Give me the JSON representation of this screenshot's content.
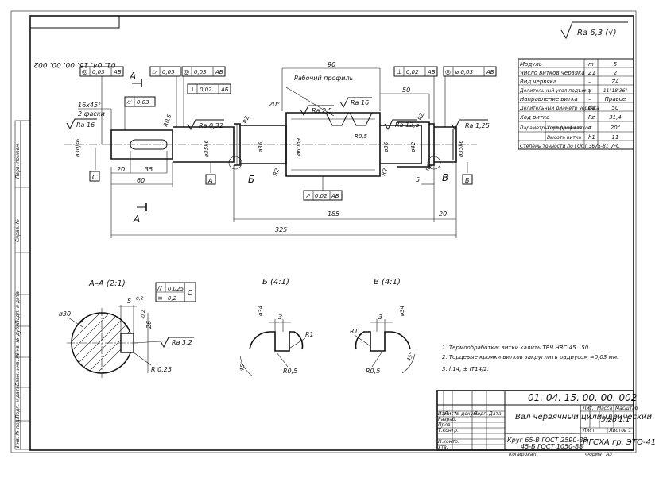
{
  "stamp_code": "01. 04. 15. 00. 00. 002",
  "roughness_general": "Ra 6,3 (√)",
  "params_table": [
    {
      "name": "Модуль",
      "sym": "m",
      "val": "5"
    },
    {
      "name": "Число витков червяка",
      "sym": "Z1",
      "val": "2"
    },
    {
      "name": "Вид червяка",
      "sym": "–",
      "val": "ZA"
    },
    {
      "name": "Делительный угол подъема",
      "sym": "γ",
      "val": "11°18'36\""
    },
    {
      "name": "Направление витка",
      "sym": "–",
      "val": "Правое"
    },
    {
      "name": "Делительный диаметр червяка",
      "sym": "d1",
      "val": "50"
    },
    {
      "name": "Ход витка",
      "sym": "Pz",
      "val": "31,4"
    },
    {
      "name": "Угол профиля",
      "sym": "α",
      "val": "20°"
    },
    {
      "name": "Высота витка",
      "sym": "h1",
      "val": "11"
    },
    {
      "name": "Степень точности по ГОСТ 3675-81",
      "sym": "",
      "val": "7-С"
    }
  ],
  "params_group_label": "Параметры профиля витков",
  "tolerance_frames": {
    "tf1": {
      "sym": "◎",
      "val": "0,03",
      "base": "АБ"
    },
    "tf2": {
      "sym": "⌭",
      "val": "0,05",
      "base": ""
    },
    "tf3": {
      "sym": "◎",
      "val": "0,03",
      "base": "АБ"
    },
    "tf4": {
      "sym": "⌭",
      "val": "0,03",
      "base": ""
    },
    "tf5": {
      "sym": "⊥",
      "val": "0,02",
      "base": "АБ"
    },
    "tf6": {
      "sym": "⊥",
      "val": "0,02",
      "base": "АБ"
    },
    "tf7": {
      "sym": "◎",
      "val": "ø 0,03",
      "base": "АБ"
    },
    "tf8": {
      "sym": "↗",
      "val": "0,02",
      "base": "АБ"
    },
    "tf9": {
      "sym": "//",
      "val": "0,025",
      "base": "С"
    },
    "tf10": {
      "sym": "≡",
      "val": "0,2",
      "base": ""
    }
  },
  "roughness_labels": {
    "r1": "Ra 16",
    "r2": "Ra 0,32",
    "r3": "Ra 2,5",
    "r4": "Ra 16",
    "r5": "Ra 12,5",
    "r6": "Ra 1,25",
    "r7": "Ra 3,2"
  },
  "main_view": {
    "chamfer_note": "16x45°",
    "chamfer_note2": "2 фаски",
    "worker_profile": "Рабочий профиль",
    "angle20": "20°",
    "r05_left": "R0,5",
    "r2a": "R2",
    "r2b": "R2",
    "r2c": "R2",
    "r05_mid": "R0,5",
    "d30": "ø30js6",
    "d35a": "ø35k6",
    "d36a": "ø36",
    "d60": "ø60h9",
    "d36b": "ø36",
    "d42": "ø42",
    "d35b": "ø35k6",
    "dim20a": "20",
    "dim35": "35",
    "dim60": "60",
    "dim90": "90",
    "dim50": "50",
    "dim185": "185",
    "dim20b": "20",
    "dim325": "325",
    "dim5": "5"
  },
  "bases": {
    "a": "А",
    "b": "Б",
    "c": "С"
  },
  "section_arrow": "А",
  "section_aa": {
    "title": "А–А (2:1)",
    "d30": "ø30",
    "dim5": "5",
    "tol5": "+0,2",
    "dim26": "26",
    "tol26": "-0,2",
    "r025": "R 0,25"
  },
  "detail_b": {
    "title": "Б (4:1)",
    "d34": "ø34",
    "dim3": "3",
    "r1": "R1",
    "r05": "R0,5",
    "ang": "45°"
  },
  "detail_v": {
    "title": "В (4:1)",
    "d34": "ø34",
    "dim3": "3",
    "r1": "R1",
    "r05": "R0,5",
    "ang": "45°"
  },
  "notes": [
    "1. Термообработка: витки калить ТВЧ HRC 45...50",
    "2. Торцевые кромки витков закруглить радиусом ≈0,03 мм.",
    "3. h14, ± IT14/2."
  ],
  "title_block": {
    "code": "01. 04. 15. 00. 00. 002",
    "name": "Вал червячный цилиндрический",
    "material1": "Круг  65-В ГОСТ 2590-88",
    "material2": "45-Б ГОСТ 1050-88",
    "mass": "5,25",
    "scale": "1:1",
    "org": "ПГСХА гр. ЭТО-41",
    "sheet": "Лист",
    "sheets": "Листов 1",
    "lit": "Лит.",
    "mass_lbl": "Масса",
    "scale_lbl": "Масштаб",
    "copied": "Копировал",
    "format": "Формат  А3",
    "roles": [
      "Изм.",
      "Лист",
      "№ докум.",
      "Подп.",
      "Дата",
      "Разраб.",
      "Пров.",
      "Т.контр.",
      "Н.контр.",
      "Утв."
    ]
  },
  "side_labels": [
    "Перв. примен.",
    "Справ. №",
    "Подп. и дата",
    "Инв. № дубл.",
    "Взам. инв. №",
    "Подп. и дата",
    "Инв. № подл."
  ]
}
